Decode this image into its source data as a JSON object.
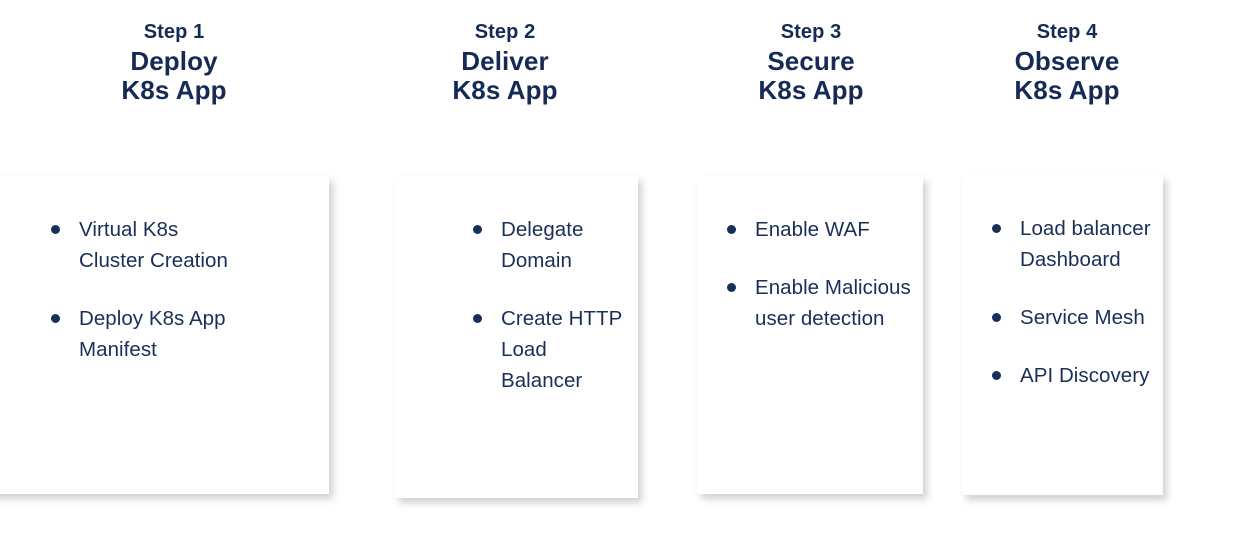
{
  "theme": {
    "background": "#ffffff",
    "card_background": "#ffffff",
    "heading_color": "#152B55",
    "bullet_text_color": "#1A2F58",
    "bullet_dot_color": "#16305B",
    "card_shadow": "rgba(120,120,125,0.34)"
  },
  "steps": [
    {
      "step_label": "Step 1",
      "title": "Deploy",
      "subtitle": "K8s App",
      "bullets": [
        "Virtual K8s\nCluster Creation",
        "Deploy K8s App\nManifest"
      ]
    },
    {
      "step_label": "Step 2",
      "title": "Deliver",
      "subtitle": "K8s App",
      "bullets": [
        "Delegate\nDomain",
        "Create HTTP\nLoad Balancer"
      ]
    },
    {
      "step_label": "Step 3",
      "title": "Secure",
      "subtitle": "K8s App",
      "bullets": [
        "Enable WAF",
        "Enable Malicious\nuser detection"
      ]
    },
    {
      "step_label": "Step 4",
      "title": "Observe",
      "subtitle": "K8s App",
      "bullets": [
        "Load balancer\nDashboard",
        "Service Mesh",
        "API Discovery"
      ]
    }
  ]
}
